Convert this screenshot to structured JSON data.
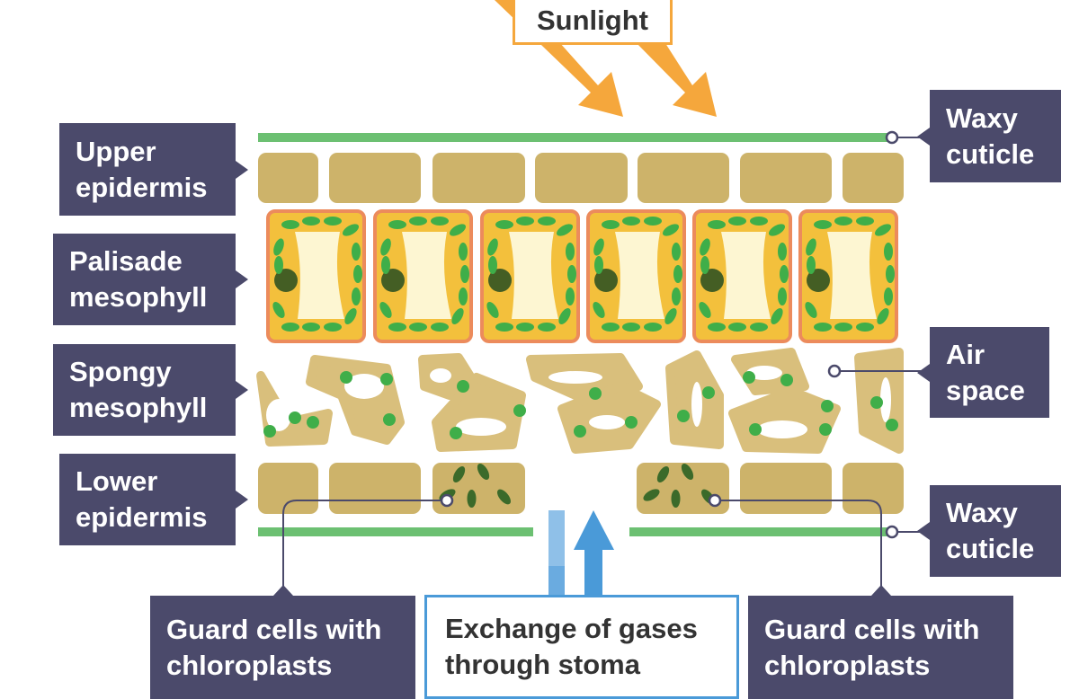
{
  "title_box": {
    "sunlight": "Sunlight"
  },
  "labels": {
    "upper_epidermis": "Upper epidermis",
    "palisade_mesophyll": "Palisade mesophyll",
    "spongy_mesophyll": "Spongy mesophyll",
    "lower_epidermis": "Lower epidermis",
    "waxy_cuticle_top": "Waxy cuticle",
    "air_space": "Air space",
    "waxy_cuticle_bottom": "Waxy cuticle",
    "guard_cells_left": "Guard cells with chloroplasts",
    "guard_cells_right": "Guard cells with chloroplasts",
    "gas_exchange": "Exchange of gases through stoma"
  },
  "colors": {
    "label_bg": "#4b4a6b",
    "sunlight": "#f5a73c",
    "cuticle": "#6cc072",
    "epidermis": "#cdb36a",
    "palisade_fill": "#f3c03c",
    "palisade_border": "#ec8b5c",
    "chloroplast": "#3fae49",
    "gas_arrow": "#4a9ad8"
  }
}
